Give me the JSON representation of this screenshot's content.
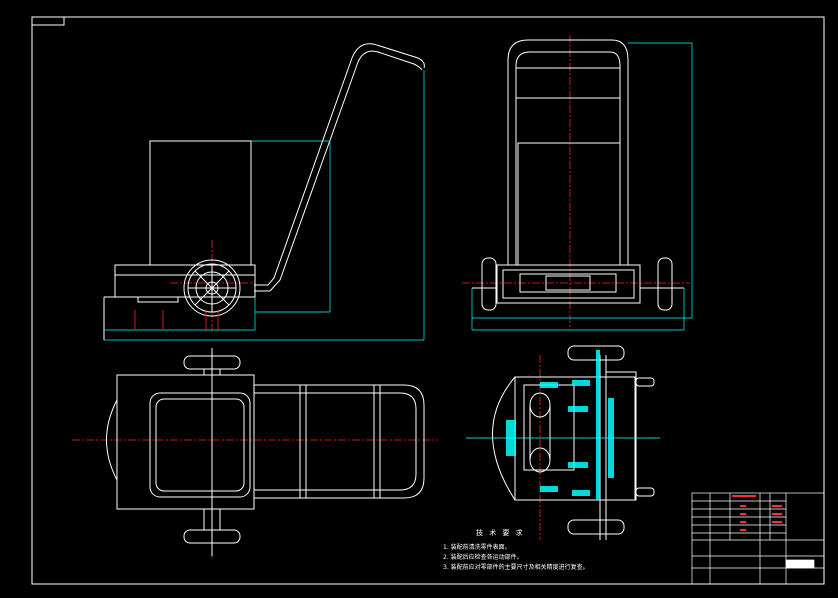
{
  "colors": {
    "background": "#000000",
    "frame": "#ffffff",
    "outline": "#ffffff",
    "dimension": "#00ffff",
    "centerline": "#ff2020",
    "section_fill": "#00ffff",
    "titleblock_line": "#ffffff"
  },
  "technical_requirements": {
    "title": "技 术 要 求",
    "items": [
      "1. 装配前清洗零件表面。",
      "2. 装配后应检查各运动部件。",
      "3. 装配前应对零部件的主要尺寸及相关精度进行复查。"
    ]
  },
  "title_block": {
    "header_cells": [
      "",
      "",
      "",
      "",
      ""
    ]
  },
  "views": [
    "side-view",
    "front-view",
    "top-view",
    "section-view"
  ]
}
